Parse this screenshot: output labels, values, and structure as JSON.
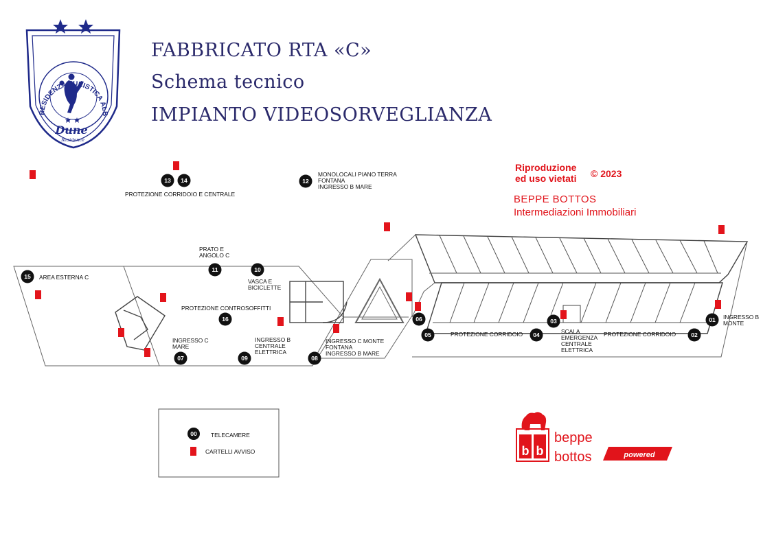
{
  "header": {
    "line1": "FABBRICATO RTA «C»",
    "line2": "Schema tecnico",
    "line3": "IMPIANTO VIDEOSORVEGLIANZA"
  },
  "logo": {
    "arc_text": "RESIDENZA TURISTICA ALBERGHIERA",
    "name": "Dune",
    "sub": "Residence",
    "primary_color": "#1f2a8a"
  },
  "copyright": {
    "line1": "Riproduzione",
    "line2": "ed uso vietati",
    "year": "© 2023",
    "company": "BEPPE BOTTOS",
    "company_sub": "Intermediazioni Immobiliari",
    "color": "#e1141b"
  },
  "brand": {
    "word1": "beppe",
    "word2": "bottos",
    "badge": "powered",
    "color": "#e1141b"
  },
  "legend": {
    "camera_symbol": "00",
    "camera_label": "TELECAMERE",
    "sign_label": "CARTELLI AVVISO"
  },
  "cameras": [
    {
      "id": "01",
      "label": [
        "INGRESSO B",
        "MONTE"
      ]
    },
    {
      "id": "02",
      "label": [
        "PROTEZIONE CORRIDOIO"
      ]
    },
    {
      "id": "03",
      "label": [
        "SCALA",
        "EMERGENZA",
        "CENTRALE",
        "ELETTRICA"
      ]
    },
    {
      "id": "04",
      "label": [
        "PROTEZIONE CORRIDOIO"
      ]
    },
    {
      "id": "05",
      "label": []
    },
    {
      "id": "06",
      "label": []
    },
    {
      "id": "07",
      "label": [
        "INGRESSO C",
        "MARE"
      ]
    },
    {
      "id": "08",
      "label": [
        "INGRESSO C MONTE",
        "FONTANA",
        "INGRESSO B MARE"
      ]
    },
    {
      "id": "09",
      "label": [
        "INGRESSO B",
        "CENTRALE",
        "ELETTRICA"
      ]
    },
    {
      "id": "10",
      "label": [
        "VASCA E",
        "BICICLETTE"
      ]
    },
    {
      "id": "11",
      "label": [
        "PRATO E",
        "ANGOLO C"
      ]
    },
    {
      "id": "12",
      "label": [
        "MONOLOCALI PIANO TERRA",
        "FONTANA",
        "INGRESSO B MARE"
      ]
    },
    {
      "id": "13",
      "label": [
        "PROTEZIONE CORRIDOIO E CENTRALE"
      ]
    },
    {
      "id": "14",
      "label": []
    },
    {
      "id": "15",
      "label": [
        "AREA ESTERNA C"
      ]
    },
    {
      "id": "16",
      "label": [
        "PROTEZIONE CONTROSOFFITTI"
      ]
    }
  ],
  "colors": {
    "camera": "#111111",
    "sign": "#e3141b",
    "walls": "#555555"
  }
}
